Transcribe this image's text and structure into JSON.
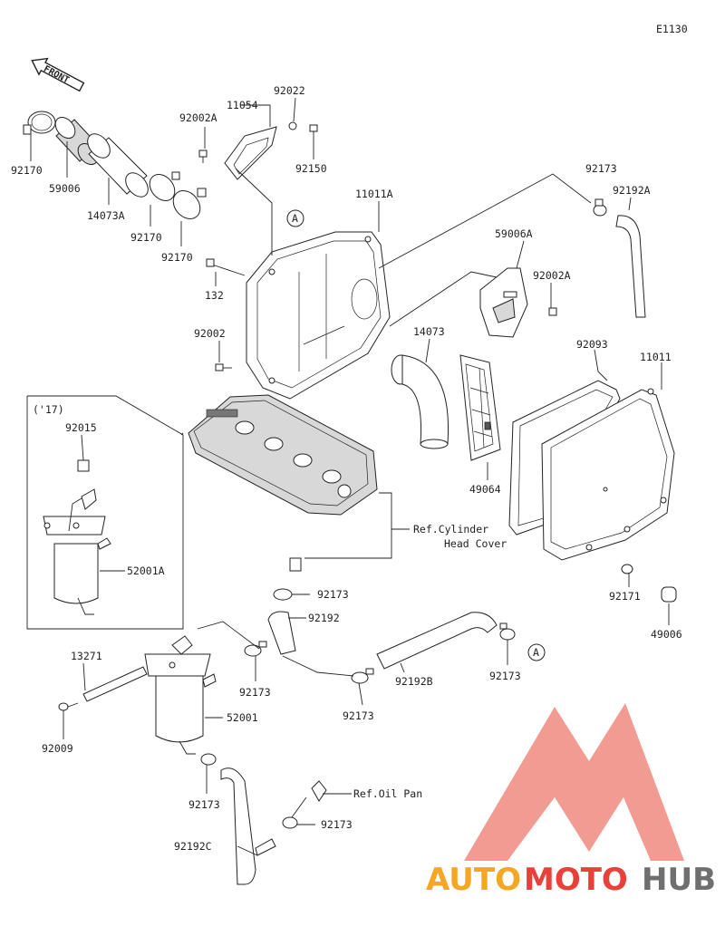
{
  "diagram_code": "E1130",
  "front_label": "FRONT",
  "ref_marker": "A",
  "inset_label": "('17)",
  "brand": {
    "word_1": "AUTO",
    "word_2": "MOTO",
    "word_3": "HUB",
    "color_1": "#f5a623",
    "color_2": "#e8413a",
    "color_3": "#6f6f6f",
    "logo_color": "#f08a80"
  },
  "references": {
    "cylinder_head_cover_1": "Ref.Cylinder",
    "cylinder_head_cover_2": "Head Cover",
    "oil_pan": "Ref.Oil Pan"
  },
  "parts": {
    "p92170_a": "92170",
    "p59006": "59006",
    "p14073a": "14073A",
    "p92170_b": "92170",
    "p92170_c": "92170",
    "p92002a_a": "92002A",
    "p11054": "11054",
    "p92022": "92022",
    "p92150": "92150",
    "p11011a": "11011A",
    "p132": "132",
    "p92002": "92002",
    "p92173_a": "92173",
    "p92192a": "92192A",
    "p59006a": "59006A",
    "p92002a_b": "92002A",
    "p14073": "14073",
    "p92093": "92093",
    "p11011": "11011",
    "p49064": "49064",
    "p92015": "92015",
    "p52001a": "52001A",
    "p92173_b": "92173",
    "p92192": "92192",
    "p92171": "92171",
    "p49006": "49006",
    "p13271": "13271",
    "p92173_c": "92173",
    "p92192b": "92192B",
    "p92173_d": "92173",
    "p52001": "52001",
    "p92173_e": "92173",
    "p92009": "92009",
    "p92173_f": "92173",
    "p92173_g": "92173",
    "p92192c": "92192C"
  }
}
